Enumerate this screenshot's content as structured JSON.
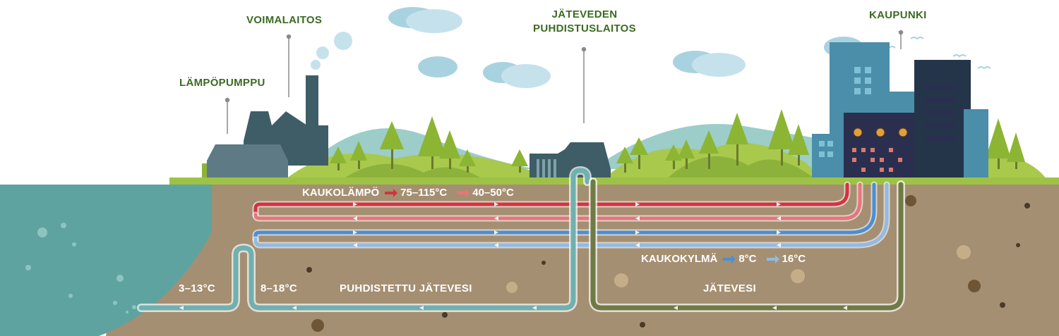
{
  "labels": {
    "heat_pump": "LÄMPÖPUMPPU",
    "power_plant": "VOIMALAITOS",
    "wastewater_plant_line1": "JÄTEVEDEN",
    "wastewater_plant_line2": "PUHDISTUSLAITOS",
    "city": "KAUPUNKI"
  },
  "district_heating": {
    "label": "KAUKOLÄMPÖ",
    "supply_temp": "75–115°C",
    "return_temp": "40–50°C",
    "supply_color": "#d2343f",
    "return_color": "#e8757a"
  },
  "district_cooling": {
    "label": "KAUKOKYLMÄ",
    "supply_temp": "8°C",
    "return_temp": "16°C",
    "supply_color": "#4a8fd6",
    "return_color": "#8fbbe6"
  },
  "water": {
    "sea_outlet_temp": "3–13°C",
    "treated_temp": "8–18°C",
    "treated_label": "PUHDISTETTU JÄTEVESI",
    "wastewater_label": "JÄTEVESI",
    "treated_color": "#6fb0b0",
    "wastewater_color": "#6f7a45"
  },
  "colors": {
    "title_green": "#3b6b22",
    "soil": "#a58f72",
    "sea": "#5fa3a0",
    "grass": "#9ec245"
  }
}
